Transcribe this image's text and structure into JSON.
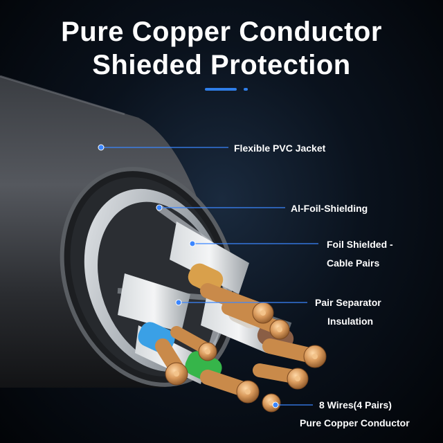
{
  "title": {
    "line1": "Pure Copper Conductor",
    "line2": "Shieded Protection"
  },
  "colors": {
    "accent": "#2f7ee8",
    "leader": "#3b86ff",
    "copper": "#d99a5c",
    "pair_colors": [
      "#d9a04b",
      "#3aa0e6",
      "#36b54a",
      "#8a5e45"
    ]
  },
  "callouts": [
    {
      "id": "jacket",
      "lines": [
        "Flexible PVC Jacket"
      ]
    },
    {
      "id": "al-foil",
      "lines": [
        "Al-Foil-Shielding"
      ]
    },
    {
      "id": "foil-pairs",
      "lines": [
        "Foil Shielded -",
        "Cable Pairs"
      ]
    },
    {
      "id": "separator",
      "lines": [
        "Pair Separator",
        "Insulation"
      ]
    },
    {
      "id": "wires",
      "lines": [
        "8 Wires(4 Pairs)",
        "Pure Copper Conductor"
      ]
    }
  ]
}
